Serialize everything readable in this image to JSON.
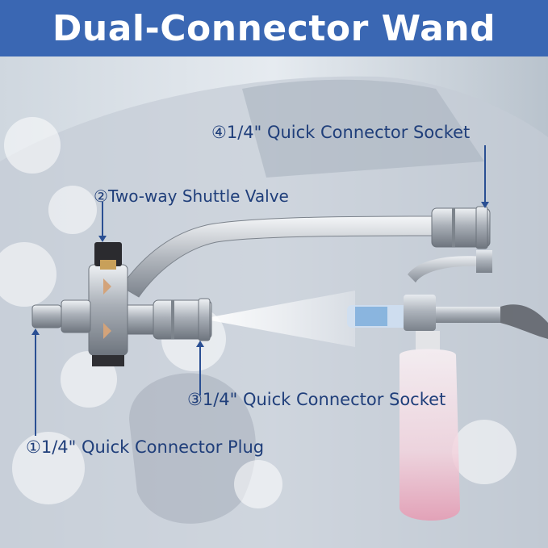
{
  "banner": {
    "title": "Dual-Connector Wand"
  },
  "callouts": [
    {
      "num": "④",
      "text": "1/4\" Quick Connector Socket"
    },
    {
      "num": "②",
      "text": "Two-way Shuttle Valve"
    },
    {
      "num": "③",
      "text": "1/4\" Quick Connector Socket"
    },
    {
      "num": "①",
      "text": "1/4\" Quick Connector Plug"
    }
  ],
  "colors": {
    "banner": "#3a67b3",
    "label": "#1f3e7a",
    "metal": "#b9bec5"
  }
}
